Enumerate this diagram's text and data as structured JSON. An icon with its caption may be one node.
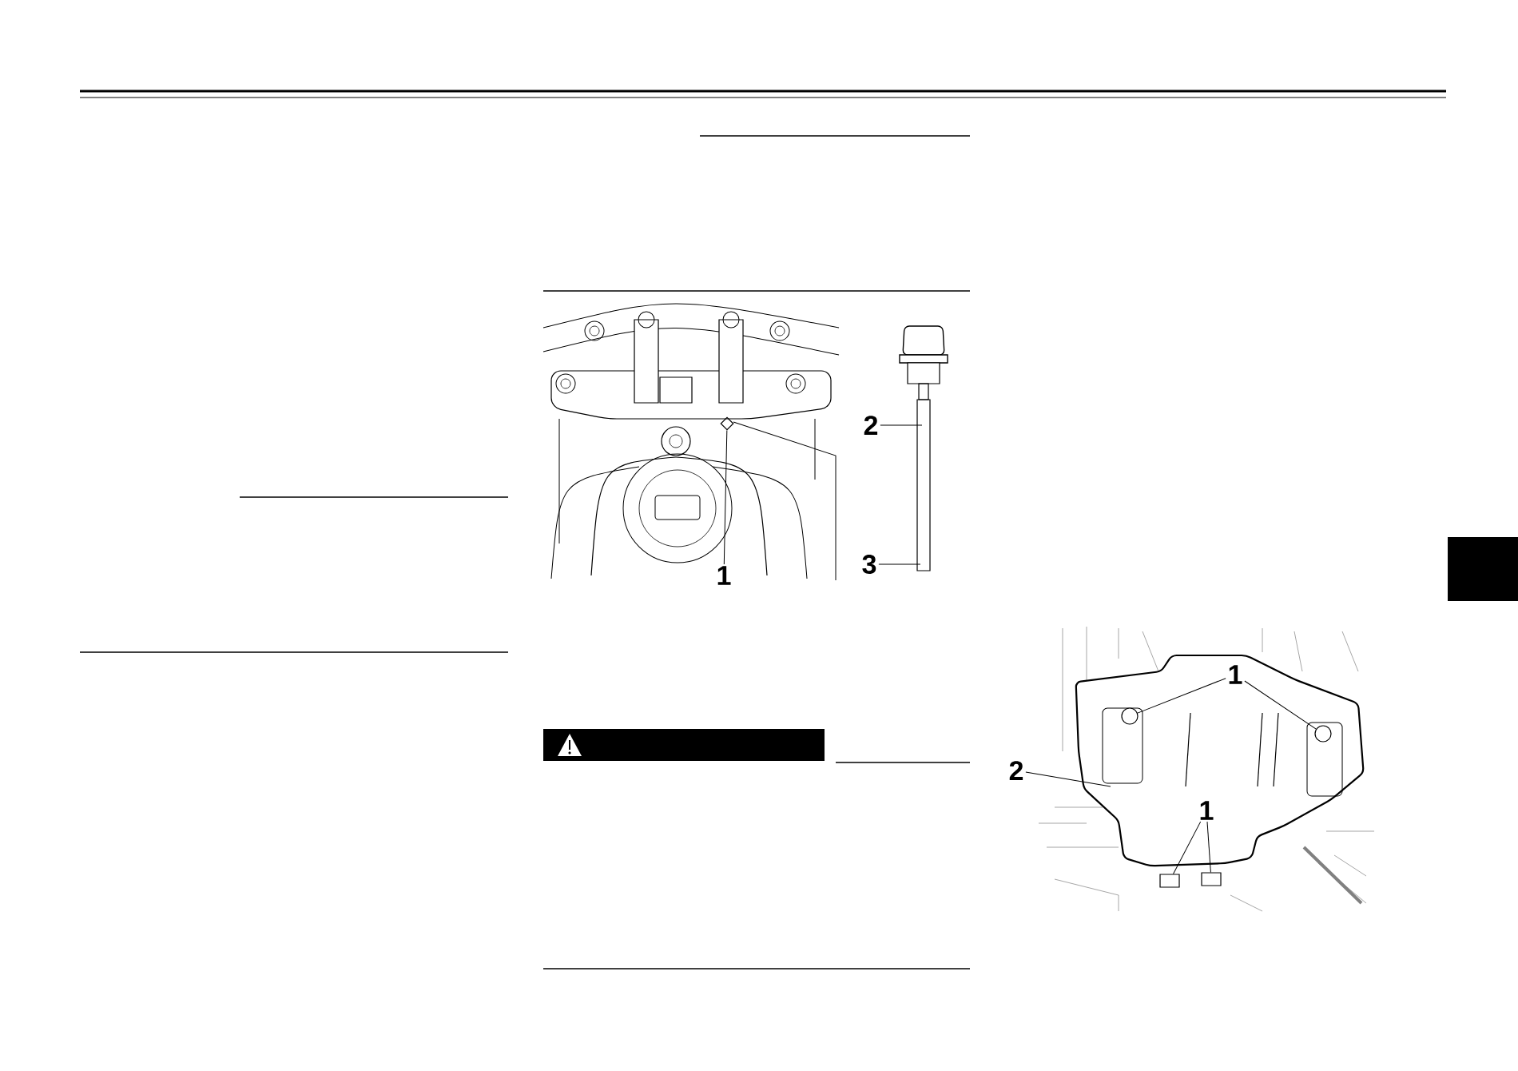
{
  "diagram": {
    "nodes": [
      {
        "text": [
          "2"
        ]
      },
      {
        "text": [
          "3"
        ]
      },
      {
        "text": [
          "1"
        ]
      },
      {
        "text": [
          "1"
        ]
      },
      {
        "text": [
          "2"
        ]
      },
      {
        "text": [
          "1"
        ]
      },
      {
        "text": [],
        "shape": "diamond"
      },
      {
        "text": [],
        "shape": "circle"
      },
      {
        "text": [],
        "shape": "circle"
      },
      {
        "text": [],
        "shape": "box"
      },
      {
        "text": [],
        "shape": "box"
      }
    ],
    "edges": [
      {
        "from": 0,
        "to": null,
        "arrow": "none"
      },
      {
        "from": 1,
        "to": null,
        "arrow": "none"
      },
      {
        "from": 2,
        "to": 6,
        "arrow": "none"
      },
      {
        "from": 3,
        "to": 7,
        "arrow": "none"
      },
      {
        "from": 3,
        "to": 8,
        "arrow": "none"
      },
      {
        "from": 4,
        "to": null,
        "arrow": "none"
      },
      {
        "from": 5,
        "to": 9,
        "arrow": "none"
      },
      {
        "from": 5,
        "to": 10,
        "arrow": "none"
      }
    ]
  }
}
